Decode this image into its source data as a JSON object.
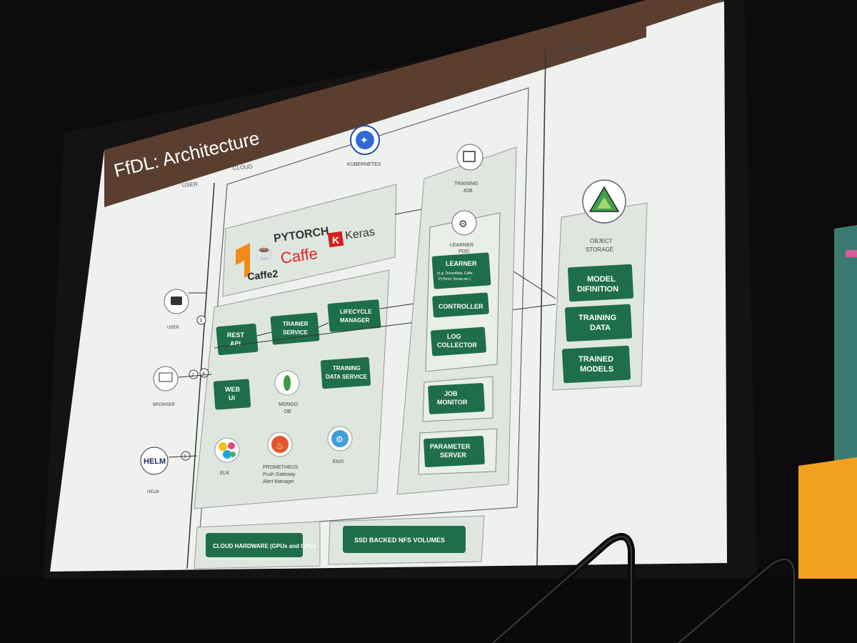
{
  "slide": {
    "title": "FfDL: Architecture",
    "zones": {
      "user": "USER",
      "cloud": "CLOUD",
      "external": "EXTERNAL"
    },
    "kubernetes": "KUBERNETES",
    "frameworks": {
      "pytorch": "PYTORCH",
      "caffe": "Caffe",
      "caffe2": "Caffe2",
      "keras": "Keras",
      "keras_k": "K"
    },
    "services": {
      "rest_api": [
        "REST",
        "API"
      ],
      "trainer_service": [
        "TRAINER",
        "SERVICE"
      ],
      "lifecycle_manager": [
        "LIFECYCLE",
        "MANAGER"
      ],
      "web_ui": [
        "WEB",
        "UI"
      ],
      "training_data_service": [
        "TRAINING",
        "DATA SERVICE"
      ]
    },
    "tools": {
      "mongo": [
        "MONGO",
        "DB"
      ],
      "elk": "ELK",
      "prometheus": [
        "PROMETHEUS",
        "Push Gateway",
        "Alert Manager"
      ],
      "etcd": "EtcD"
    },
    "users": {
      "user": "USER",
      "browser": "BROWSER",
      "helm": "HELM",
      "helm_logo": "HELM"
    },
    "steps": [
      "3",
      "2",
      "4",
      "1"
    ],
    "training_job": {
      "label": [
        "TRAINING",
        "JOB"
      ],
      "learner_pod": [
        "LEARNER",
        "POD"
      ],
      "learner": "LEARNER",
      "learner_note": [
        "(e.g. Tensorflow, Caffe,",
        "PyTorch, Keras etc.)"
      ],
      "controller": "CONTROLLER",
      "log_collector": [
        "LOG",
        "COLLECTOR"
      ],
      "job_monitor": [
        "JOB",
        "MONITOR"
      ],
      "parameter_server": [
        "PARAMETER",
        "SERVER"
      ]
    },
    "object_storage": {
      "label": [
        "OBJECT",
        "STORAGE"
      ],
      "model_definition": [
        "MODEL",
        "DIFINITION"
      ],
      "training_data": [
        "TRAINING",
        "DATA"
      ],
      "trained_models": [
        "TRAINED",
        "MODELS"
      ]
    },
    "infrastructure": {
      "cloud_hardware": "CLOUD HARDWARE (GPUs and CPUs",
      "nfs": "SSD BACKED NFS VOLUMES"
    }
  },
  "colors": {
    "accent": "#1f6e4a",
    "title_bar": "#5a3f30",
    "panel": "#dfe6e0",
    "slide_bg": "#eef1ee"
  },
  "icons": [
    "kubernetes-icon",
    "training-job-icon",
    "learner-pod-icon",
    "object-storage-icon",
    "user-icon",
    "browser-icon",
    "helm-icon",
    "mongodb-icon",
    "elk-icon",
    "prometheus-icon",
    "etcd-icon",
    "tensorflow-icon",
    "coffee-icon"
  ]
}
